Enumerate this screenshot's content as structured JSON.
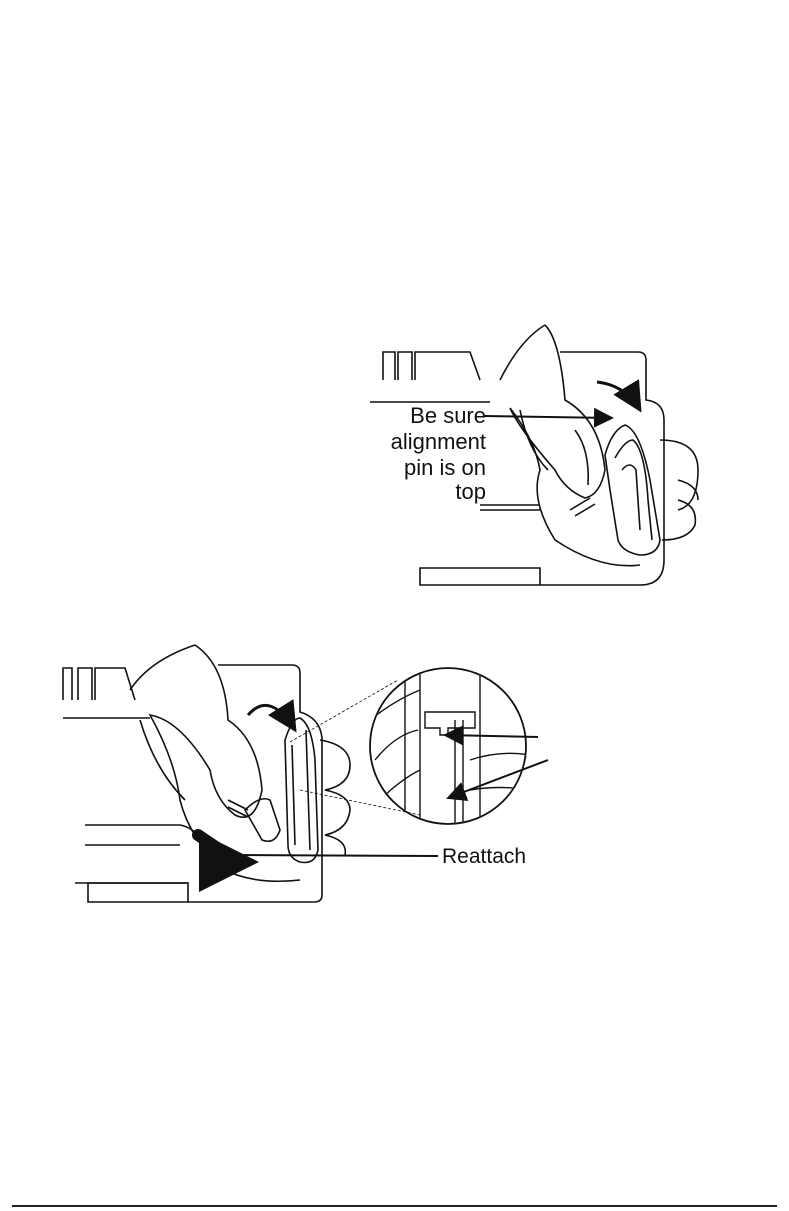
{
  "figure_top": {
    "callout_lines": [
      "Be sure",
      "alignment",
      "pin is on",
      "top"
    ]
  },
  "figure_bottom": {
    "reattach_label": "Reattach"
  },
  "colors": {
    "ink": "#111111",
    "background": "#ffffff"
  }
}
